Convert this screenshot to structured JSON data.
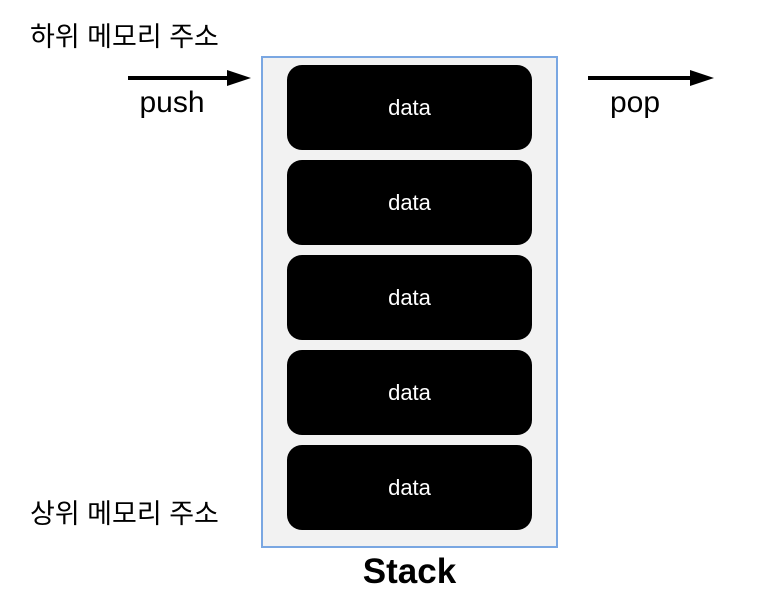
{
  "diagram": {
    "top_left_label": "하위 메모리 주소",
    "bottom_left_label": "상위 메모리 주소",
    "push_label": "push",
    "pop_label": "pop",
    "stack_title": "Stack",
    "stack_items": [
      "data",
      "data",
      "data",
      "data",
      "data"
    ],
    "colors": {
      "container_border": "#7aa7e2",
      "container_fill": "#f2f2f2",
      "item_fill": "#000000",
      "item_text": "#ffffff",
      "arrow": "#000000",
      "text": "#000000"
    }
  }
}
